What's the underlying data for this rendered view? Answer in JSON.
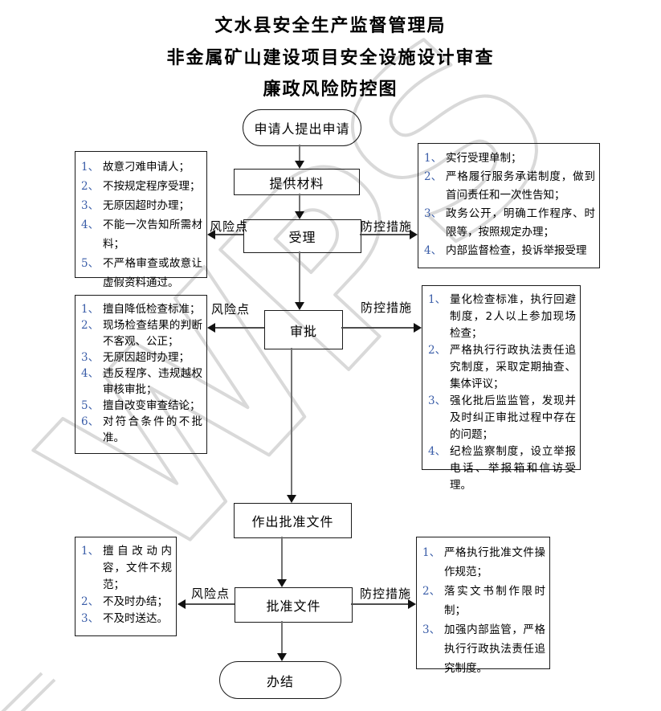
{
  "titles": {
    "line1": "文水县安全生产监督管理局",
    "line2": "非金属矿山建设项目安全设施设计审查",
    "line3": "廉政风险防控图"
  },
  "watermark": "WPS",
  "flow": {
    "start": "申请人提出申请",
    "provide_materials": "提供材料",
    "accept": "受理",
    "approve": "审批",
    "make_approval_doc": "作出批准文件",
    "approval_doc": "批准文件",
    "finish": "办结"
  },
  "labels": {
    "risk_point": "风险点",
    "control_measures": "防控措施"
  },
  "risk_boxes": {
    "accept_risks": [
      {
        "n": "1、",
        "text": "故意刁难申请人；"
      },
      {
        "n": "2、",
        "text": "不按规定程序受理；"
      },
      {
        "n": "3、",
        "text": "无原因超时办理；"
      },
      {
        "n": "4、",
        "text": "不能一次告知所需材料；"
      },
      {
        "n": "5、",
        "text": "不严格审查或故意让虚假资料通过。"
      }
    ],
    "accept_measures": [
      {
        "n": "1、",
        "text": "实行受理单制；"
      },
      {
        "n": "2、",
        "text": "严格履行服务承诺制度，做到首问责任和一次性告知；"
      },
      {
        "n": "3、",
        "text": "政务公开，明确工作程序、时限等，按照规定办理；"
      },
      {
        "n": "4、",
        "text": "内部监督检查，投诉举报受理"
      }
    ],
    "approve_risks": [
      {
        "n": "1、",
        "text": "擅自降低检查标准；"
      },
      {
        "n": "2、",
        "text": "现场检查结果的判断不客观、公正；"
      },
      {
        "n": "3、",
        "text": "无原因超时办理；"
      },
      {
        "n": "4、",
        "text": "违反程序、违规越权审核审批；"
      },
      {
        "n": "5、",
        "text": "擅自改变审查结论；"
      },
      {
        "n": "6、",
        "text": "对符合条件的不批准。"
      }
    ],
    "approve_measures": [
      {
        "n": "1、",
        "text": "量化检查标准，执行回避制度，2人以上参加现场检查；"
      },
      {
        "n": "2、",
        "text": "严格执行行政执法责任追究制度，采取定期抽查、集体评议；"
      },
      {
        "n": "3、",
        "text": "强化批后监监管，发现并及时纠正审批过程中存在的问题；"
      },
      {
        "n": "4、",
        "text": "纪检监察制度，设立举报电话、举报箱和信访受理。"
      }
    ],
    "doc_risks": [
      {
        "n": "1、",
        "text": "擅自改动内容，文件不规范；"
      },
      {
        "n": "2、",
        "text": "不及时办结；"
      },
      {
        "n": "3、",
        "text": "不及时送达。"
      }
    ],
    "doc_measures": [
      {
        "n": "1、",
        "text": "严格执行批准文件操作规范；"
      },
      {
        "n": "2、",
        "text": "落实文书制作限时制；"
      },
      {
        "n": "3、",
        "text": "加强内部监管，严格执行行政执法责任追究制度。"
      }
    ]
  }
}
